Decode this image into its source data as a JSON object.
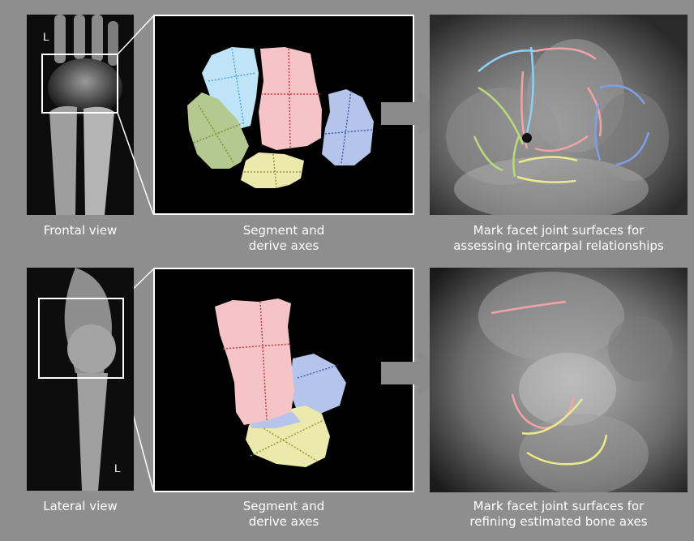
{
  "row1": {
    "caption_left": "Frontal view",
    "caption_mid_line1": "Segment and",
    "caption_mid_line2": "derive axes",
    "caption_right_line1": "Mark facet joint surfaces for",
    "caption_right_line2": "assessing intercarpal relationships",
    "side_marker": "L"
  },
  "row2": {
    "caption_left": "Lateral view",
    "caption_mid_line1": "Segment and",
    "caption_mid_line2": "derive axes",
    "caption_right_line1": "Mark facet joint surfaces for",
    "caption_right_line2": "refining estimated bone axes",
    "side_marker": "L"
  },
  "colors": {
    "background": "#8e8e8e",
    "bone_pink": "#f6c4c6",
    "bone_blue": "#bfe3f7",
    "bone_green": "#b3c98f",
    "bone_yellow": "#ece9ad",
    "bone_lavender": "#b4c4ea",
    "arrow": "#8a8a8a"
  }
}
